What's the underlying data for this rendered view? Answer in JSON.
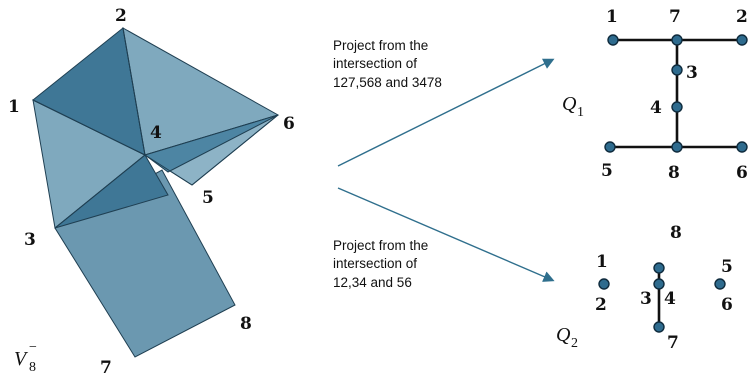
{
  "polytope": {
    "name": "V",
    "sub": "8",
    "sup": "−",
    "vertex_labels": [
      "1",
      "2",
      "3",
      "4",
      "5",
      "6",
      "7",
      "8"
    ],
    "colors": {
      "dark": "#3f7796",
      "mid": "#5f91ab",
      "light": "#7fa9be",
      "edge": "#1f3f52"
    }
  },
  "projections": [
    {
      "caption_lines": [
        "Project from the",
        "intersection of",
        "127,568 and 3478"
      ]
    },
    {
      "caption_lines": [
        "Project from the",
        "intersection of",
        "12,34 and 56"
      ]
    }
  ],
  "q1": {
    "name": "Q",
    "sub": "1",
    "labels": [
      "1",
      "7",
      "2",
      "3",
      "4",
      "5",
      "8",
      "6"
    ]
  },
  "q2": {
    "name": "Q",
    "sub": "2",
    "labels": [
      "8",
      "1",
      "2",
      "3",
      "4",
      "5",
      "6",
      "7"
    ]
  }
}
